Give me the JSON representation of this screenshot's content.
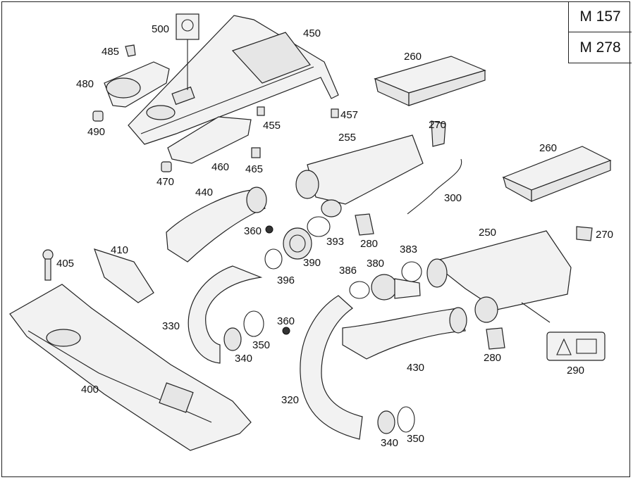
{
  "engines": [
    "M 157",
    "M 278"
  ],
  "callouts": {
    "c500": "500",
    "c450": "450",
    "c485": "485",
    "c480": "480",
    "c490": "490",
    "c455": "455",
    "c457": "457",
    "c460": "460",
    "c465": "465",
    "c470": "470",
    "c260a": "260",
    "c260b": "260",
    "c270a": "270",
    "c270b": "270",
    "c255": "255",
    "c300": "300",
    "c440": "440",
    "c360a": "360",
    "c360b": "360",
    "c393": "393",
    "c280a": "280",
    "c280b": "280",
    "c250": "250",
    "c405": "405",
    "c410": "410",
    "c390": "390",
    "c396": "396",
    "c383": "383",
    "c380": "380",
    "c386": "386",
    "c330": "330",
    "c350a": "350",
    "c350b": "350",
    "c340a": "340",
    "c340b": "340",
    "c430": "430",
    "c290": "290",
    "c400": "400",
    "c320": "320"
  }
}
